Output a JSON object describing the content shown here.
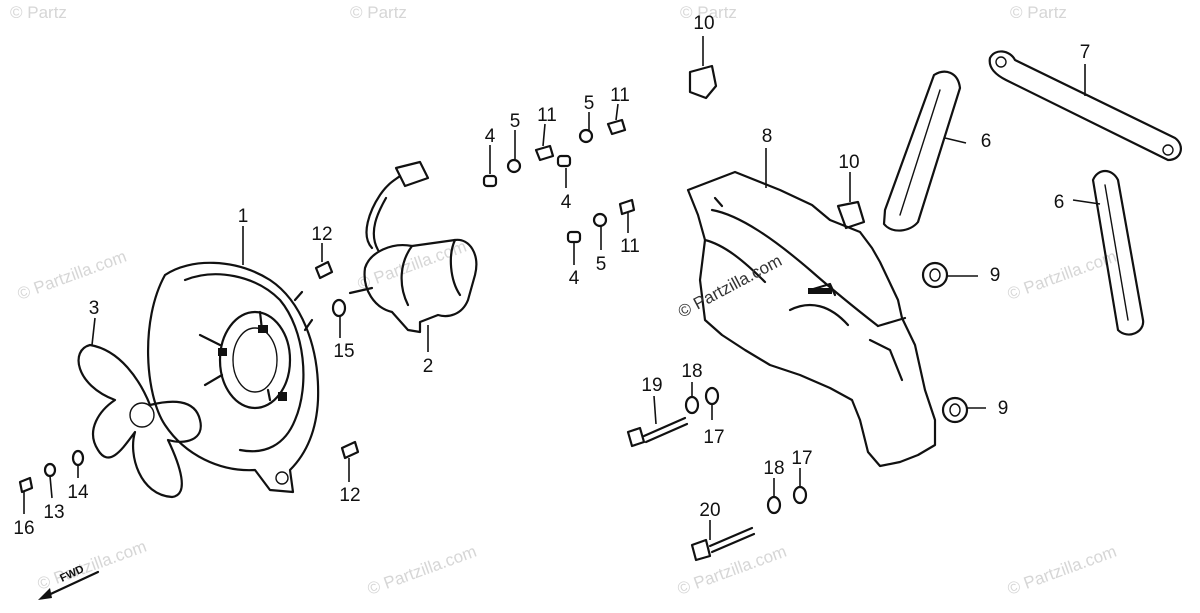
{
  "watermark": {
    "text": "© Partzilla.com",
    "text_short": "© Partz"
  },
  "fwd_label": "FWD",
  "callouts": {
    "c1": "1",
    "c2": "2",
    "c3": "3",
    "c4a": "4",
    "c4b": "4",
    "c4c": "4",
    "c5a": "5",
    "c5b": "5",
    "c5c": "5",
    "c6a": "6",
    "c6b": "6",
    "c7": "7",
    "c8": "8",
    "c9a": "9",
    "c9b": "9",
    "c10a": "10",
    "c10b": "10",
    "c11a": "11",
    "c11b": "11",
    "c11c": "11",
    "c12a": "12",
    "c12b": "12",
    "c13": "13",
    "c14": "14",
    "c15": "15",
    "c16": "16",
    "c17a": "17",
    "c17b": "17",
    "c18a": "18",
    "c18b": "18",
    "c19": "19",
    "c20": "20"
  }
}
